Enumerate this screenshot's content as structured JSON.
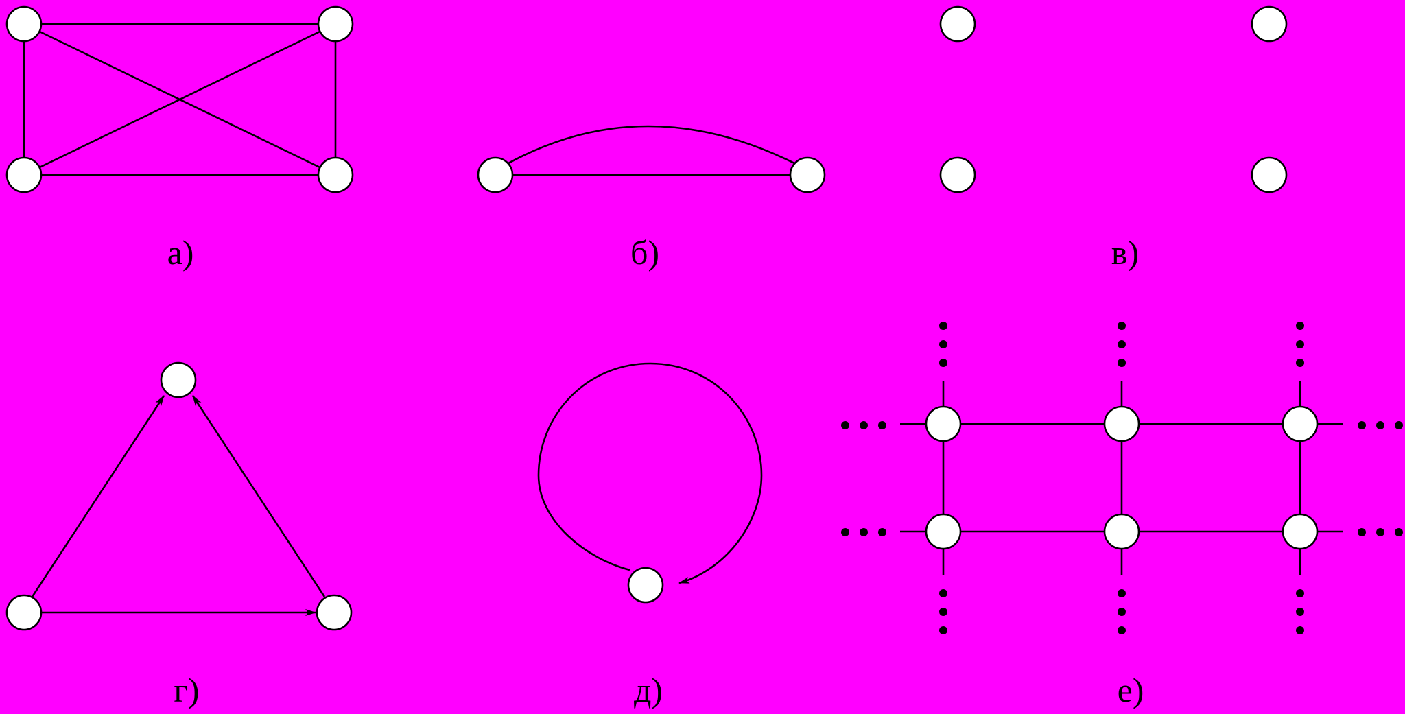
{
  "background": "#ff00ff",
  "node_fill": "#ffffff",
  "ink": "#000000",
  "captions": {
    "a": "а)",
    "b": "б)",
    "v": "в)",
    "g": "г)",
    "d": "д)",
    "e": "е)"
  }
}
